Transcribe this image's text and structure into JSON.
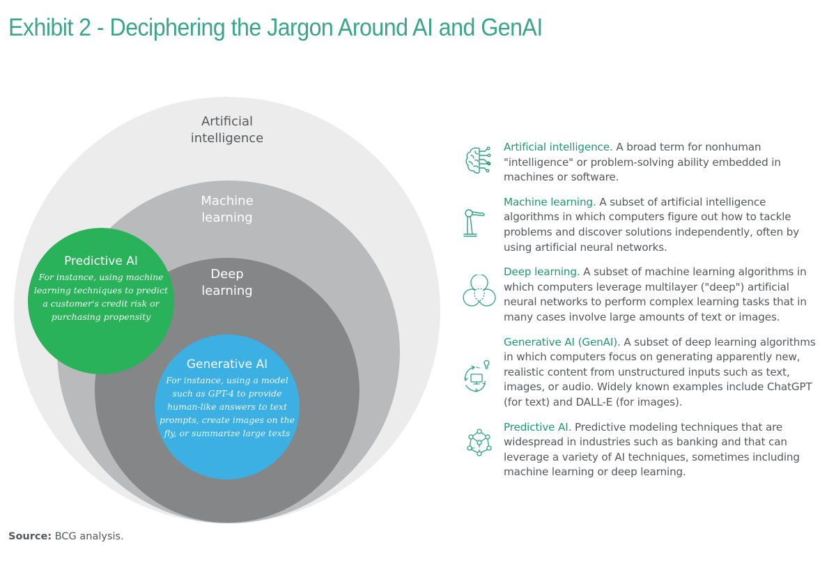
{
  "title": "Exhibit 2 - Deciphering the Jargon Around AI and GenAI",
  "colors": {
    "title": "#3aa58a",
    "term": "#22966f",
    "body_text": "#555759",
    "ai_circle": "#ececec",
    "ml_circle": "#b9babb",
    "dl_circle": "#858688",
    "predictive_circle": "#29b25a",
    "generative_circle": "#3cb0e2",
    "icon_stroke": "#2fa07c"
  },
  "diagram": {
    "type": "nested-venn",
    "circles": [
      {
        "id": "ai",
        "label_line1": "Artificial",
        "label_line2": "intelligence",
        "contains": [
          "ml"
        ]
      },
      {
        "id": "ml",
        "label_line1": "Machine",
        "label_line2": "learning",
        "contains": [
          "dl"
        ]
      },
      {
        "id": "dl",
        "label_line1": "Deep",
        "label_line2": "learning",
        "contains": [
          "genai"
        ]
      },
      {
        "id": "predictive",
        "title": "Predictive AI",
        "description": "For instance, using machine learning techniques to predict a customer's credit risk or purchasing propensity",
        "overlaps": [
          "ml",
          "dl"
        ]
      },
      {
        "id": "genai",
        "title": "Generative AI",
        "description": "For instance, using a model such as GPT-4 to provide human-like answers to text prompts, create images on the fly, or summarize large texts"
      }
    ]
  },
  "definitions": [
    {
      "icon": "brain-circuit-icon",
      "term": "Artificial intelligence.",
      "text": " A broad term for nonhuman \"intelligence\" or problem-solving ability embedded in machines or software."
    },
    {
      "icon": "robot-arm-icon",
      "term": "Machine learning.",
      "text": " A subset of artificial intelligence algorithms in which computers figure out how to tackle problems and discover solutions independently, often by using artificial neural networks."
    },
    {
      "icon": "overlapping-circles-icon",
      "term": "Deep learning.",
      "text": " A subset of machine learning algorithms in which computers leverage multilayer (\"deep\") artificial neural networks to perform complex learning tasks that in many cases involve large amounts of text or images."
    },
    {
      "icon": "monitor-cycle-lightbulb-icon",
      "term": "Generative AI (GenAI).",
      "text": " A subset of deep learning algorithms in which computers focus on generating apparently new, realistic content from unstructured inputs such as text, images, or audio. Widely known examples include ChatGPT (for text) and DALL-E (for images)."
    },
    {
      "icon": "network-cube-icon",
      "term": "Predictive AI.",
      "text": " Predictive modeling techniques that are widespread in industries such as banking and that can leverage a variety of AI techniques, sometimes including machine learning or deep learning."
    }
  ],
  "source": {
    "label": "Source:",
    "text": " BCG analysis."
  }
}
